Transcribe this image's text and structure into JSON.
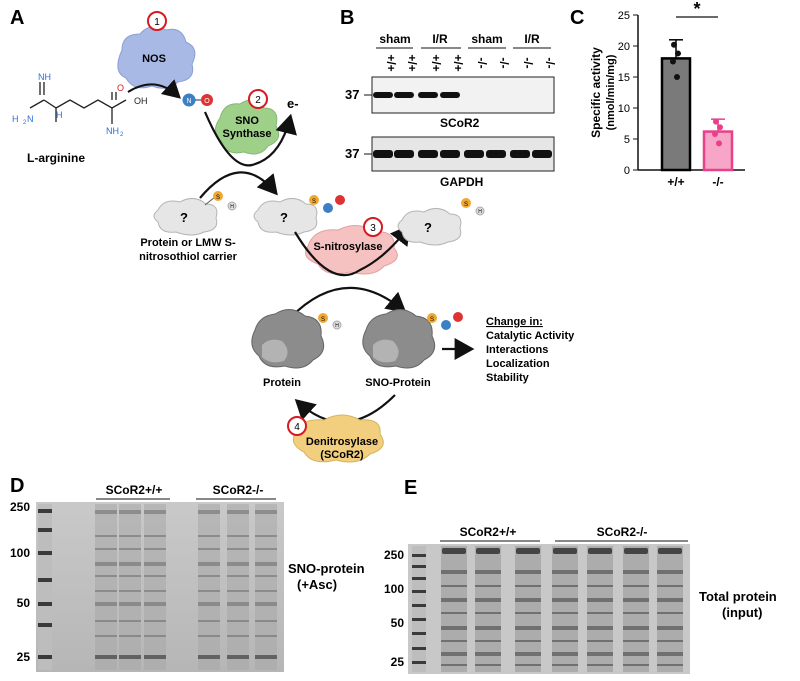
{
  "panels": {
    "a": "A",
    "b": "B",
    "c": "C",
    "d": "D",
    "e": "E"
  },
  "pathway": {
    "nos": "NOS",
    "sno_synthase_1": "SNO",
    "sno_synthase_2": "Synthase",
    "electron": "e-",
    "l_arginine": "L-arginine",
    "carrier_1": "Protein or LMW S-",
    "carrier_2": "nitrosothiol carrier",
    "s_nitrosylase": "S-nitrosylase",
    "protein": "Protein",
    "sno_protein": "SNO-Protein",
    "denitrosylase_1": "Denitrosylase",
    "denitrosylase_2": "(SCoR2)",
    "unknown": "?",
    "change_header": "Change in:",
    "change_items": [
      "Catalytic Activity",
      "Interactions",
      "Localization",
      "Stability"
    ],
    "steps": [
      "1",
      "2",
      "3",
      "4"
    ],
    "chem": {
      "nh": "NH",
      "h2n": "H",
      "h2n_n": "N",
      "oh": "OH",
      "o": "O",
      "n": "N",
      "h": "H",
      "sub2": "2",
      "nh2": "NH",
      "nitric_n": "N",
      "nitric_o": "O",
      "s": "S"
    }
  },
  "western": {
    "groups": [
      "sham",
      "I/R",
      "sham",
      "I/R"
    ],
    "genotypes": [
      "+/+",
      "+/+",
      "+/+",
      "+/+",
      "-/-",
      "-/-",
      "-/-",
      "-/-"
    ],
    "mw_marker": "37",
    "blot1_label": "SCoR2",
    "blot2_label": "GAPDH"
  },
  "chart_data": {
    "type": "bar",
    "categories": [
      "+/+",
      "-/-"
    ],
    "values": [
      18.0,
      6.2
    ],
    "errors": [
      3.0,
      2.0
    ],
    "points": [
      [
        20.2,
        18.8,
        17.5,
        15.0
      ],
      [
        7.8,
        6.9,
        5.8,
        4.3
      ]
    ],
    "colors": [
      "#7a7a7a",
      "#f7a6c8"
    ],
    "edge_colors": [
      "#000000",
      "#e8408a"
    ],
    "ylabel_1": "Specific activity",
    "ylabel_2": "(nmol/min/mg)",
    "ylim": [
      0,
      25
    ],
    "yticks": [
      0,
      5,
      10,
      15,
      20,
      25
    ],
    "significance": "*"
  },
  "gel_d": {
    "markers": [
      "250",
      "100",
      "50",
      "25"
    ],
    "groups": [
      "SCoR2+/+",
      "SCoR2-/-"
    ],
    "label_1": "SNO-protein",
    "label_2": "(+Asc)"
  },
  "gel_e": {
    "markers": [
      "250",
      "100",
      "50",
      "25"
    ],
    "groups": [
      "SCoR2+/+",
      "SCoR2-/-"
    ],
    "label_1": "Total protein",
    "label_2": "(input)"
  }
}
